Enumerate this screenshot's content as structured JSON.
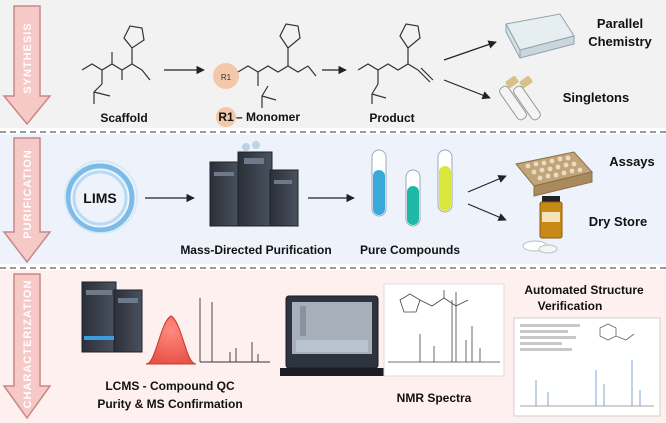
{
  "stages": {
    "synthesis": "SYNTHESIS",
    "purification": "PURIFICATION",
    "characterization": "CHARACTERIZATION"
  },
  "synthesis": {
    "scaffold": "Scaffold",
    "monomer_r": "R1",
    "monomer_rest": " – Monomer",
    "product": "Product",
    "parallel_line1": "Parallel",
    "parallel_line2": "Chemistry",
    "singletons": "Singletons",
    "r1_sub": "R1"
  },
  "purification": {
    "lims": "LIMS",
    "mass_directed": "Mass-Directed Purification",
    "pure_compounds": "Pure Compounds",
    "assays": "Assays",
    "dry_store": "Dry Store"
  },
  "characterization": {
    "lcms_line1": "LCMS - Compound QC",
    "lcms_line2": "Purity & MS Confirmation",
    "nmr": "NMR Spectra",
    "asv_line1": "Automated Structure",
    "asv_line2": "Verification"
  },
  "colors": {
    "arrow_fill": "#f6c8c6",
    "arrow_stroke": "#c98886",
    "monomer_circle": "#f4c7a8",
    "lims_ring": "#6fb4e6",
    "tube_blue": "#39a9dc",
    "tube_teal": "#1fb7a6",
    "tube_yellow": "#d9e63a",
    "peak_red": "#e8534a"
  }
}
